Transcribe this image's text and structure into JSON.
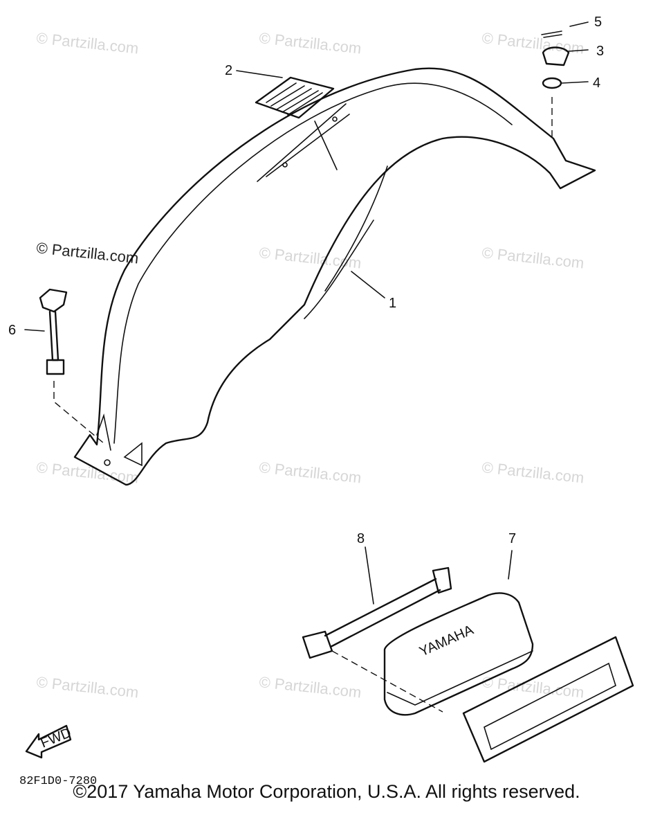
{
  "watermark_text": "© Partzilla.com",
  "callouts": {
    "c1": "1",
    "c2": "2",
    "c3": "3",
    "c4": "4",
    "c5": "5",
    "c6": "6",
    "c7": "7",
    "c8": "8"
  },
  "fwd_label": "FWD",
  "box_brand": "YAMAHA",
  "diagram_code": "82F1D0-7280",
  "copyright": "©2017 Yamaha Motor Corporation, U.S.A. All rights reserved."
}
